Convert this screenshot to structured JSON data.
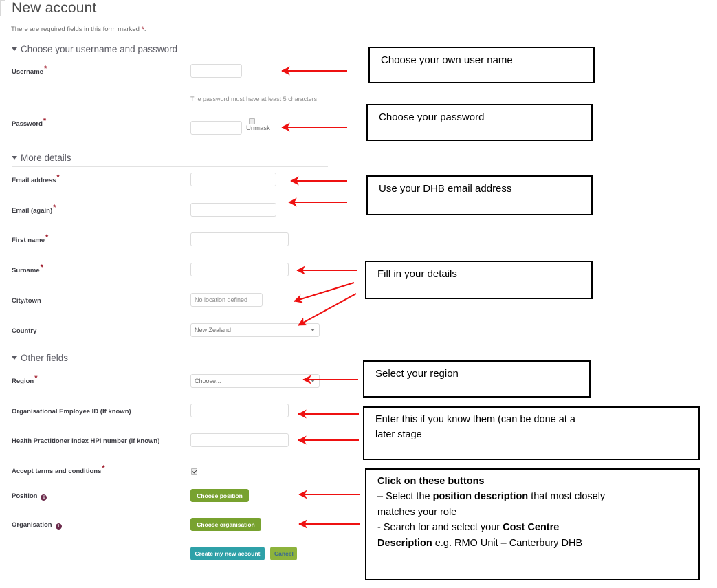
{
  "page": {
    "title": "New account",
    "required_note_prefix": "There are required fields in this form marked ",
    "required_note_suffix": "."
  },
  "sections": [
    {
      "label": "Choose your username and password"
    },
    {
      "label": "More details"
    },
    {
      "label": "Other fields"
    }
  ],
  "fields": {
    "username": {
      "label": "Username",
      "required": "*",
      "value": ""
    },
    "password_hint": "The password must have at least 5 characters",
    "password": {
      "label": "Password",
      "required": "*",
      "value": ""
    },
    "unmask": {
      "label": "Unmask",
      "checked": false
    },
    "email": {
      "label": "Email address",
      "required": "*",
      "value": ""
    },
    "email_again": {
      "label": "Email (again)",
      "required": "*",
      "value": ""
    },
    "first_name": {
      "label": "First name",
      "required": "*",
      "value": ""
    },
    "surname": {
      "label": "Surname",
      "required": "*",
      "value": ""
    },
    "city": {
      "label": "City/town",
      "value": "No location defined"
    },
    "country": {
      "label": "Country",
      "value": "New Zealand"
    },
    "region": {
      "label": "Region",
      "required": "*",
      "value": "Choose..."
    },
    "employee_id": {
      "label": "Organisational Employee ID (If known)",
      "value": ""
    },
    "hpi": {
      "label": "Health Practitioner Index HPI number (if known)",
      "value": ""
    },
    "terms": {
      "label": "Accept terms and conditions",
      "required": "*",
      "checked": true
    },
    "position": {
      "label": "Position",
      "info": "i",
      "button": "Choose position"
    },
    "organisation": {
      "label": "Organisation",
      "info": "i",
      "button": "Choose organisation"
    }
  },
  "actions": {
    "submit": "Create my new account",
    "cancel": "Cancel"
  },
  "callouts": [
    {
      "id": "username",
      "text": "Choose your own user name"
    },
    {
      "id": "password",
      "text": "Choose your password"
    },
    {
      "id": "email",
      "text": "Use your DHB email address"
    },
    {
      "id": "details",
      "text": "Fill in your details"
    },
    {
      "id": "region",
      "text": "Select your region"
    },
    {
      "id": "optional",
      "line1": "Enter this if you know them (can be done at a",
      "line2": "later stage"
    },
    {
      "id": "buttons",
      "line1": "Click on these buttons",
      "line2_a": "– Select the ",
      "line2_b": "position description",
      "line2_c": " that most closely",
      "line3": "matches your role",
      "line4_a": "- Search for and select your ",
      "line4_b": "Cost Centre",
      "line5_a": "Description",
      "line5_b": " e.g. RMO Unit – Canterbury DHB"
    }
  ],
  "colors": {
    "accent_green": "#78a22f",
    "accent_teal": "#2ea1a8",
    "arrow_red": "#ee1111",
    "required_star": "#a01b2b",
    "info_badge": "#6c2b4c"
  }
}
